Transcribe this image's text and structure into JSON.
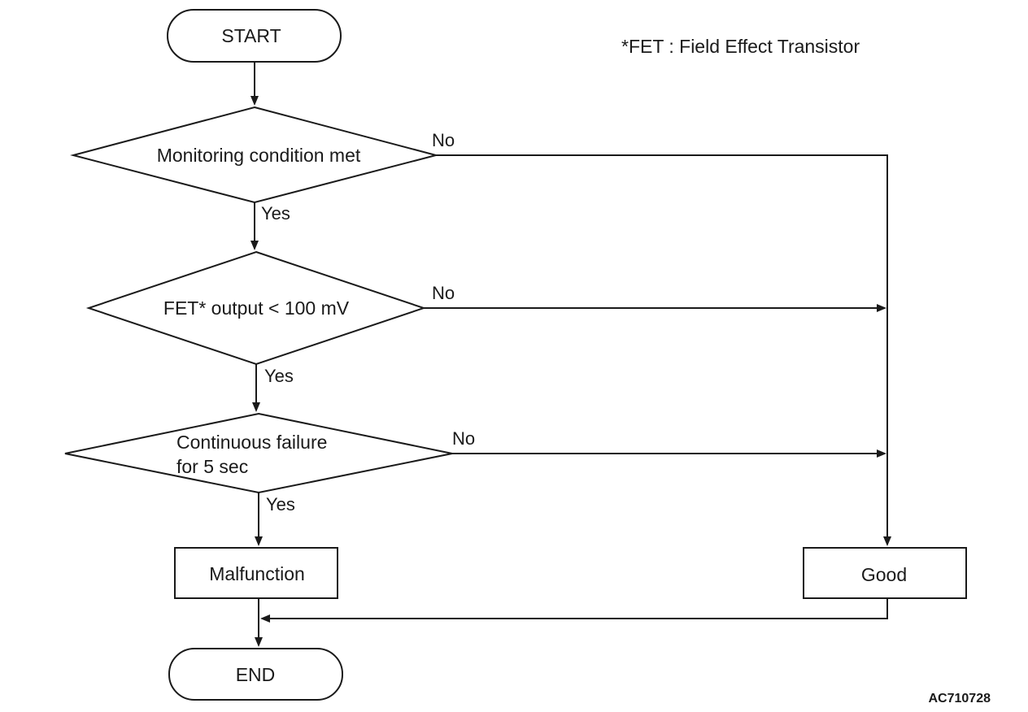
{
  "footnote": "*FET : Field Effect Transistor",
  "figure_code": "AC710728",
  "nodes": {
    "start": "START",
    "decision_monitoring": "Monitoring condition met",
    "decision_fet": "FET* output < 100 mV",
    "decision_continuous_line1": "Continuous failure",
    "decision_continuous_line2": "for 5 sec",
    "malfunction": "Malfunction",
    "good": "Good",
    "end": "END"
  },
  "edge_labels": {
    "monitoring_yes": "Yes",
    "monitoring_no": "No",
    "fet_yes": "Yes",
    "fet_no": "No",
    "continuous_yes": "Yes",
    "continuous_no": "No"
  }
}
